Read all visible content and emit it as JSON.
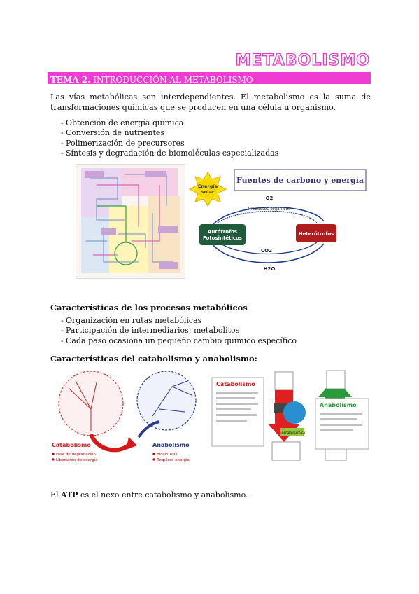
{
  "title": "METABOLISMO",
  "section_bar": {
    "tema": "TEMA 2.",
    "heading": "INTRODUCCIÓN AL METABOLISMO"
  },
  "intro": "Las vías metabólicas son interdependientes. El metabolismo es la suma de transformaciones químicas que se producen en una célula u organismo.",
  "list1": [
    "Obtención de energía química",
    "Conversión de nutrientes",
    "Polimerización de precursores",
    "Síntesis y degradación de biomoléculas especializadas"
  ],
  "fig_energy": {
    "title": "Fuentes de carbono y energía",
    "sun_label": "Energía solar",
    "o2": "O2",
    "productos": "Productos orgánicos",
    "autotrofos": "Autótrofos Fotosintéticos",
    "heterotrofos": "Heterótrofos",
    "co2": "CO2",
    "h2o": "H2O"
  },
  "heading2": "Características de los procesos metabólicos",
  "list2": [
    "Organización en rutas metabólicas",
    "Participación de intermediarios: metabolitos",
    "Cada paso ocasiona un pequeño cambio químico específico"
  ],
  "heading3": "Características del catabolismo y anabolismo:",
  "fig_cat": {
    "catabolismo": "Catabolismo",
    "cat_items": [
      "Fase de degradación",
      "Liberación de energía"
    ],
    "anabolismo": "Anabolismo",
    "ana_items": [
      "Biosíntesis",
      "Requiere energía"
    ]
  },
  "fig_flow": {
    "catabolismo": "Catabolismo",
    "anabolismo": "Anabolismo",
    "energia": "Energía química"
  },
  "footer": {
    "pre": "El ",
    "atp": "ATP",
    "post": " es el nexo entre catabolismo y anabolismo."
  },
  "colors": {
    "accent": "#f03cd2",
    "title_stroke": "#e040c8"
  }
}
